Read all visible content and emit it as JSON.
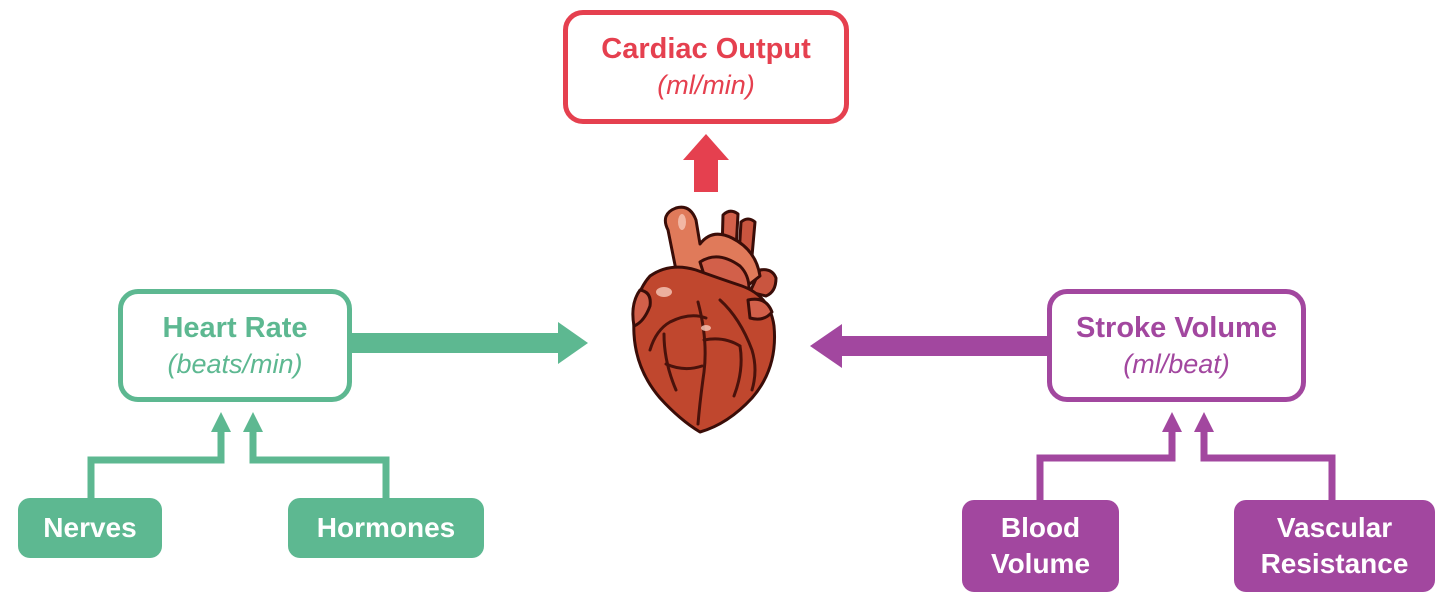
{
  "colors": {
    "cardiac": "#e5404f",
    "heart_rate": "#5db891",
    "stroke_volume": "#a2479f",
    "heart_dark": "#7a1f14",
    "heart_main": "#c0472e",
    "heart_light": "#e07a5a"
  },
  "icons": {
    "heart": "anatomical-heart-icon"
  },
  "cardiac_output": {
    "title": "Cardiac Output",
    "unit": "(ml/min)"
  },
  "heart_rate": {
    "title": "Heart Rate",
    "unit": "(beats/min)",
    "factors": [
      "Nerves",
      "Hormones"
    ]
  },
  "stroke_volume": {
    "title": "Stroke Volume",
    "unit": "(ml/beat)",
    "factors": [
      {
        "line1": "Blood",
        "line2": "Volume"
      },
      {
        "line1": "Vascular",
        "line2": "Resistance"
      }
    ]
  }
}
